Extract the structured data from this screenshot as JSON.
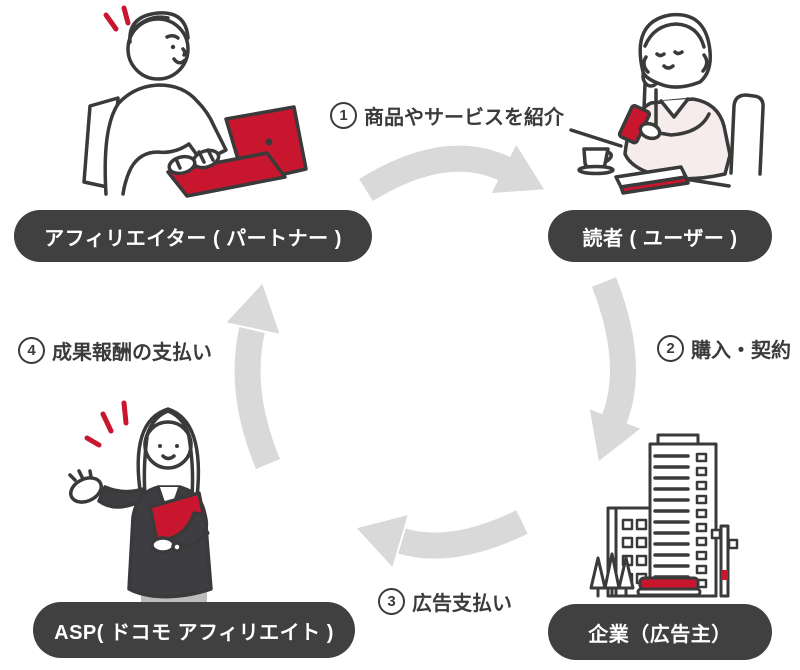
{
  "diagram": {
    "background": "#ffffff",
    "colors": {
      "node_background": "#404040",
      "node_text": "#ffffff",
      "arrow_gray": "#d9d9d9",
      "accent_red": "#c9162f",
      "line_dark": "#3a3a3a"
    },
    "nodes": [
      {
        "id": "affiliater",
        "label": "アフィリエイター ( パートナー )",
        "illustration": "man-typing-on-red-laptop"
      },
      {
        "id": "reader",
        "label": "読者 ( ユーザー )",
        "illustration": "woman-reading-smartphone-at-cafe"
      },
      {
        "id": "company",
        "label": "企業（広告主）",
        "illustration": "office-buildings"
      },
      {
        "id": "asp",
        "label": "ASP( ドコモ アフィリエイト )",
        "illustration": "woman-presenting-red-folder"
      }
    ],
    "steps": [
      {
        "id": "step1",
        "number": "1",
        "text": "商品やサービスを紹介",
        "from": "affiliater",
        "to": "reader"
      },
      {
        "id": "step2",
        "number": "2",
        "text": "購入・契約",
        "from": "reader",
        "to": "company"
      },
      {
        "id": "step3",
        "number": "3",
        "text": "広告支払い",
        "from": "company",
        "to": "asp"
      },
      {
        "id": "step4",
        "number": "4",
        "text": "成果報酬の支払い",
        "from": "asp",
        "to": "affiliater"
      }
    ]
  }
}
